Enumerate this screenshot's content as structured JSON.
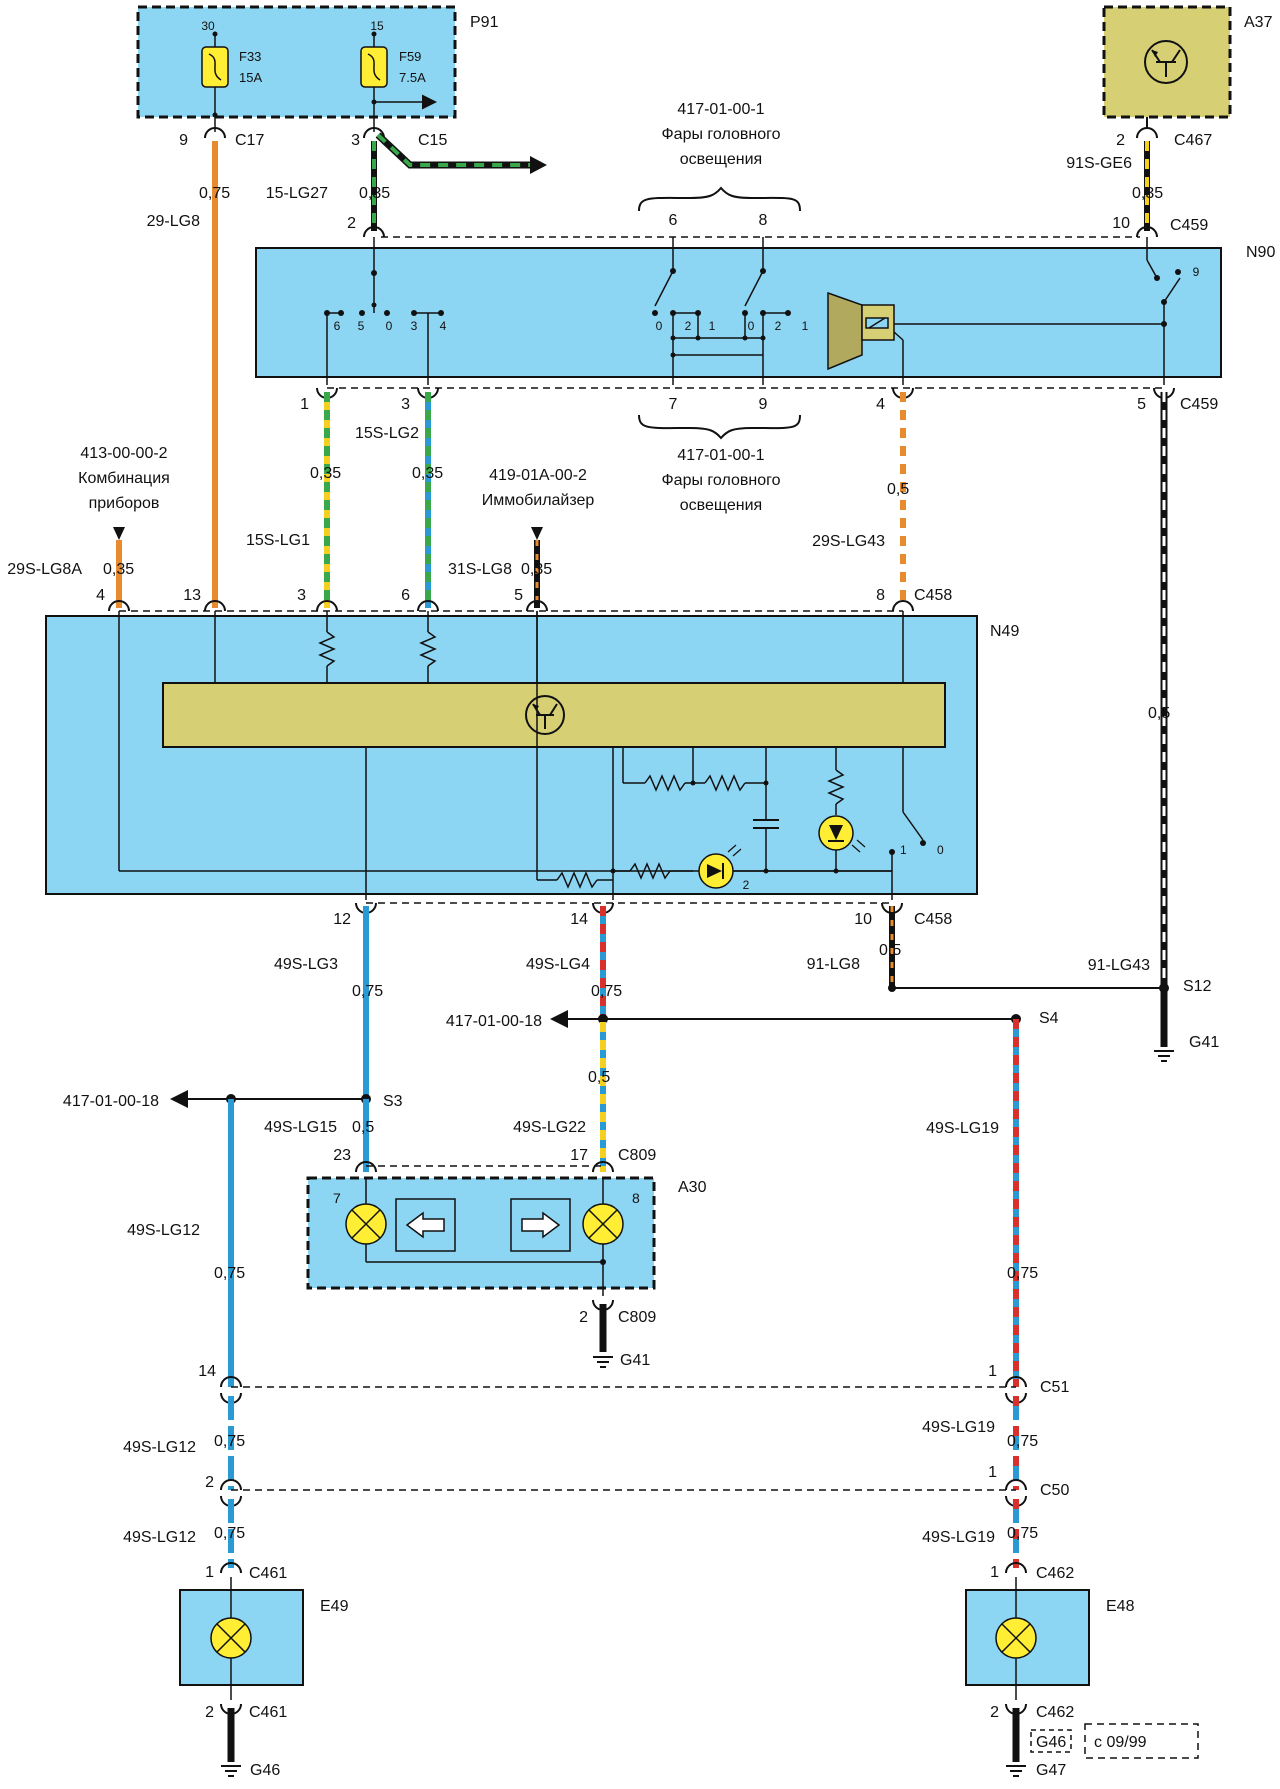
{
  "components": {
    "P91": {
      "id": "P91",
      "fuses": [
        {
          "id": "F33",
          "rating": "15A",
          "terminal": "30"
        },
        {
          "id": "F59",
          "rating": "7.5A",
          "terminal": "15"
        }
      ]
    },
    "A37": {
      "id": "A37"
    },
    "N90": {
      "id": "N90"
    },
    "N49": {
      "id": "N49"
    },
    "A30": {
      "id": "A30",
      "lamp_left_pin": "7",
      "lamp_right_pin": "8"
    },
    "E49": {
      "id": "E49"
    },
    "E48": {
      "id": "E48"
    }
  },
  "connectors": {
    "C17": {
      "id": "C17",
      "pin": "9"
    },
    "C15": {
      "id": "C15",
      "pin": "3"
    },
    "C467": {
      "id": "C467",
      "pin": "2"
    },
    "C459_top": {
      "id": "C459",
      "pins": [
        "2",
        "10"
      ]
    },
    "C459_bottom": {
      "id": "C459",
      "pins": [
        "1",
        "3",
        "4",
        "5"
      ]
    },
    "C458_top": {
      "id": "C458",
      "pins": [
        "4",
        "13",
        "3",
        "6",
        "5",
        "8"
      ]
    },
    "C458_bottom": {
      "id": "C458",
      "pins": [
        "12",
        "14",
        "10"
      ]
    },
    "C809_top": {
      "id": "C809",
      "pins": [
        "23",
        "17"
      ]
    },
    "C809_bottom": {
      "id": "C809",
      "pin": "2"
    },
    "C51": {
      "id": "C51",
      "pins": [
        "14",
        "1"
      ]
    },
    "C50": {
      "id": "C50",
      "pins": [
        "2",
        "1"
      ]
    },
    "C461_top": {
      "id": "C461",
      "pin": "1"
    },
    "C461_bottom": {
      "id": "C461",
      "pin": "2"
    },
    "C462_top": {
      "id": "C462",
      "pin": "1"
    },
    "C462_bottom": {
      "id": "C462",
      "pin": "2"
    }
  },
  "switch_positions": {
    "n90_left": [
      "6",
      "5",
      "0",
      "3",
      "4"
    ],
    "n90_mid_a": [
      "0",
      "2",
      "1"
    ],
    "n90_mid_b": [
      "0",
      "2",
      "1"
    ],
    "n90_right": "9",
    "n49_switch": [
      "1",
      "0"
    ],
    "n49_led": "2"
  },
  "wires": {
    "w29_lg8": {
      "code": "29-LG8",
      "size": "0,75",
      "color": "#e88a2e"
    },
    "w15_lg27": {
      "code": "15-LG27",
      "size": "0,35"
    },
    "w91s_ge6": {
      "code": "91S-GE6",
      "size": "0,35"
    },
    "w15s_lg2": {
      "code": "15S-LG2",
      "size": "0,35"
    },
    "w15s_lg1": {
      "code": "15S-LG1",
      "size": "0,35"
    },
    "w29s_lg43": {
      "code": "29S-LG43",
      "size": "0,5"
    },
    "w29s_lg8a": {
      "code": "29S-LG8A",
      "size": "0,35"
    },
    "w31s_lg8": {
      "code": "31S-LG8",
      "size": "0,35"
    },
    "w91_lg43": {
      "code": "91-LG43",
      "size": "0,5"
    },
    "w49s_lg3": {
      "code": "49S-LG3",
      "size": "0,75"
    },
    "w49s_lg4": {
      "code": "49S-LG4",
      "size": "0,75"
    },
    "w91_lg8": {
      "code": "91-LG8",
      "size": "0,5"
    },
    "w49s_lg15": {
      "code": "49S-LG15",
      "size": "0,5"
    },
    "w49s_lg22": {
      "code": "49S-LG22",
      "size": "0,5"
    },
    "w49s_lg19": {
      "code": "49S-LG19",
      "size": "0,75"
    },
    "w49s_lg12": {
      "code": "49S-LG12",
      "size": "0,75"
    },
    "w49s_lg12_b": {
      "code": "49S-LG12",
      "size": "0,75"
    },
    "w49s_lg12_c": {
      "code": "49S-LG12",
      "size": "0,75"
    },
    "w49s_lg19_b": {
      "code": "49S-LG19",
      "size": "0,75"
    },
    "w49s_lg19_c": {
      "code": "49S-LG19",
      "size": "0,75"
    }
  },
  "references": {
    "headlamps_top": {
      "code": "417-01-00-1",
      "line1": "Фары головного",
      "line2": "освещения",
      "pins": [
        "6",
        "8"
      ]
    },
    "headlamps_bottom": {
      "code": "417-01-00-1",
      "line1": "Фары головного",
      "line2": "освещения",
      "pins": [
        "7",
        "9"
      ]
    },
    "instrument_cluster": {
      "code": "413-00-00-2",
      "line1": "Комбинация",
      "line2": "приборов"
    },
    "immobilizer": {
      "code": "419-01A-00-2",
      "line1": "Иммобилайзер"
    },
    "arrow_ref_1": "417-01-00-18",
    "arrow_ref_2": "417-01-00-18"
  },
  "splices": {
    "S3": "S3",
    "S4": "S4",
    "S12": "S12"
  },
  "grounds": {
    "g41_a": "G41",
    "g41_b": "G41",
    "g46_a": "G46",
    "g46_b": "G46",
    "g47": "G47"
  },
  "notes": {
    "date_note": "с 09/99"
  },
  "colors": {
    "module_fill": "#8dd6f3",
    "module_stroke": "#1b1b1b",
    "control_fill": "#d6cf74",
    "fuse_fill": "#ffee33",
    "orange": "#e88a2e",
    "green": "#39a84a",
    "yellow": "#f5d020",
    "blue": "#2a9ad4",
    "red": "#d8312c",
    "black": "#111111"
  }
}
